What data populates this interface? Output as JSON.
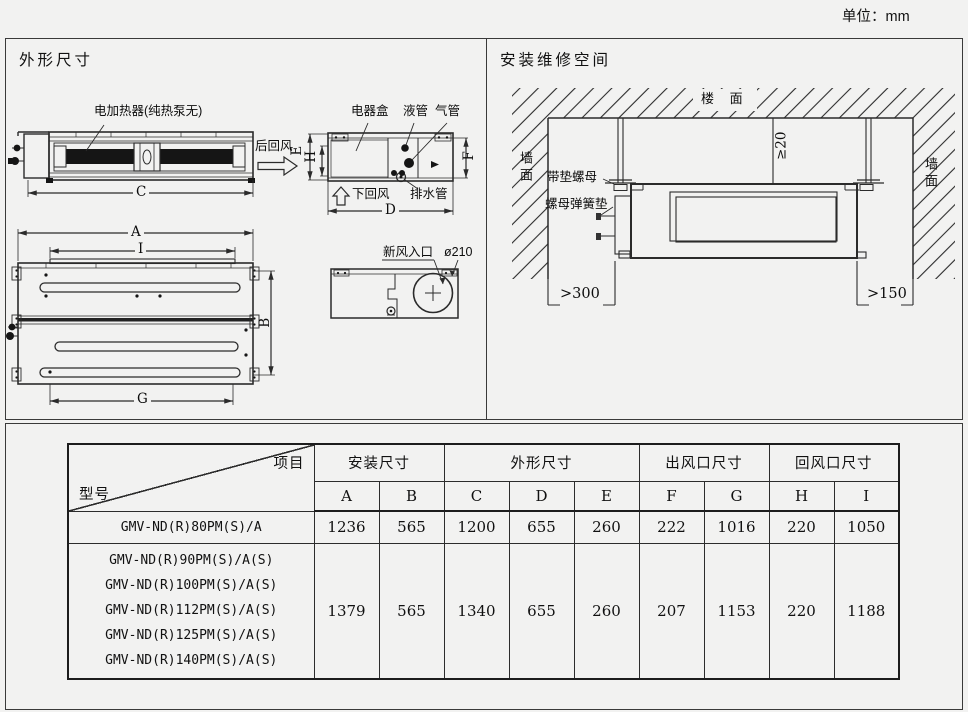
{
  "page": {
    "unit_label": "单位：mm"
  },
  "panels": {
    "dimensions": {
      "title": "外形尺寸",
      "front_view": {
        "heater_label": "电加热器(纯热泵无)",
        "rear_return_label": "后回风",
        "dim_c": "C"
      },
      "side_view": {
        "electric_box_label": "电器盒",
        "liquid_pipe_label": "液管",
        "gas_pipe_label": "气管",
        "bottom_return_label": "下回风",
        "drain_pipe_label": "排水管",
        "dim_d": "D",
        "dim_e": "E",
        "dim_h": "H",
        "dim_f": "F"
      },
      "top_view": {
        "dim_a": "A",
        "dim_i": "I",
        "dim_b": "B",
        "dim_g": "G"
      },
      "fresh_air_view": {
        "label": "新风入口",
        "diameter": "ø210"
      }
    },
    "installation": {
      "title": "安装维修空间",
      "ceiling_label": "楼 面",
      "wall_label_left": "墙面",
      "wall_label_right": "墙面",
      "washer_nut_label": "带垫螺母",
      "spring_washer_label": "螺母弹簧垫",
      "gap_top": "≥20",
      "gap_left": ">300",
      "gap_right": ">150"
    }
  },
  "table": {
    "corner": {
      "top": "项目",
      "bottom": "型号"
    },
    "groups": [
      {
        "label": "安装尺寸",
        "span": 2
      },
      {
        "label": "外形尺寸",
        "span": 3
      },
      {
        "label": "出风口尺寸",
        "span": 2
      },
      {
        "label": "回风口尺寸",
        "span": 2
      }
    ],
    "columns": [
      "A",
      "B",
      "C",
      "D",
      "E",
      "F",
      "G",
      "H",
      "I"
    ],
    "rows": [
      {
        "models": [
          "GMV-ND(R)80PM(S)/A"
        ],
        "values": [
          1236,
          565,
          1200,
          655,
          260,
          222,
          1016,
          220,
          1050
        ]
      },
      {
        "models": [
          "GMV-ND(R)90PM(S)/A(S)",
          "GMV-ND(R)100PM(S)/A(S)",
          "GMV-ND(R)112PM(S)/A(S)",
          "GMV-ND(R)125PM(S)/A(S)",
          "GMV-ND(R)140PM(S)/A(S)"
        ],
        "values": [
          1379,
          565,
          1340,
          655,
          260,
          207,
          1153,
          220,
          1188
        ]
      }
    ]
  },
  "colors": {
    "background": "#f2f2f1",
    "line": "#2b2b2b",
    "text": "#111111"
  }
}
